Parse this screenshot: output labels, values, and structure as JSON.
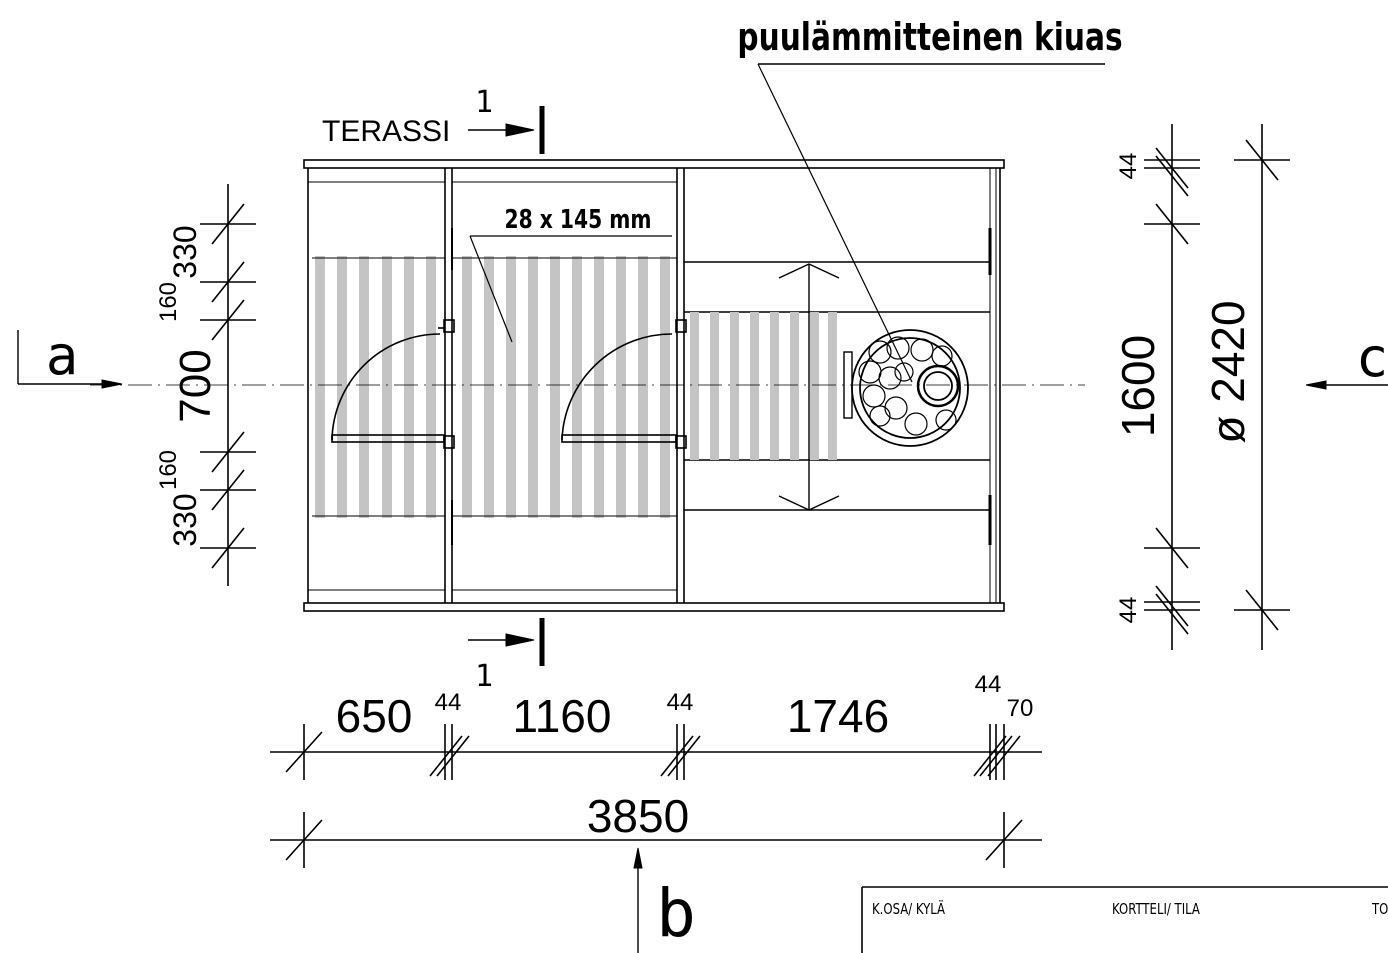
{
  "labels": {
    "heater": "puulämmitteinen kiuas",
    "terrace": "TERASSI",
    "board": "28 x 145 mm",
    "section_top": "1",
    "section_bottom": "1",
    "view_a": "a",
    "view_b": "b",
    "view_c": "c"
  },
  "dims_left": {
    "d330_top": "330",
    "d160_top": "160",
    "d700": "700",
    "d160_bottom": "160",
    "d330_bottom": "330"
  },
  "dims_right": {
    "d44_top": "44",
    "d1600": "1600",
    "d44_bottom": "44",
    "diameter": "ø 2420"
  },
  "dims_bottom": {
    "d650": "650",
    "d44_a": "44",
    "d1160": "1160",
    "d44_b": "44",
    "d1746": "1746",
    "d44_c": "44",
    "d70": "70",
    "total": "3850"
  },
  "title_block": {
    "col1": "K.OSA/  KYLÄ",
    "col2": "KORTTELI/  TILA",
    "col3": "TO"
  }
}
